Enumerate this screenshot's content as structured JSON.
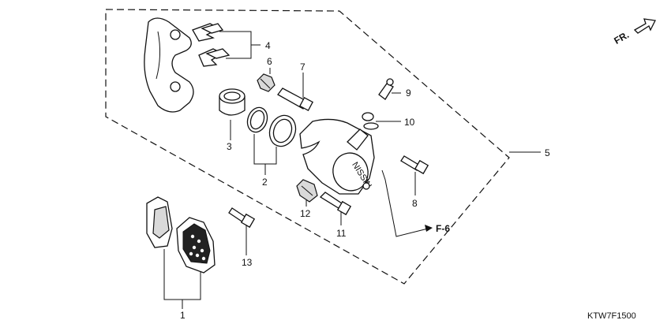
{
  "callouts": {
    "c1": "1",
    "c2": "2",
    "c3": "3",
    "c4": "4",
    "c5": "5",
    "c6": "6",
    "c7": "7",
    "c8": "8",
    "c9": "9",
    "c10": "10",
    "c11": "11",
    "c12": "12",
    "c13": "13"
  },
  "reference": "F-6",
  "caliper_marking": "NISSIN",
  "front_indicator": "FR.",
  "diagram_code": "KTW7F1500"
}
